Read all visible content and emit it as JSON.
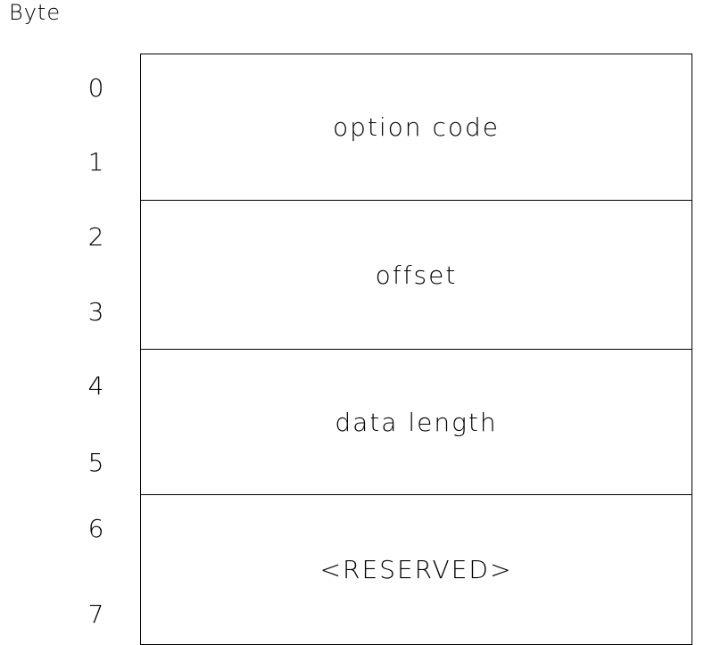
{
  "diagram": {
    "title": "Byte",
    "byte_labels": [
      "0",
      "1",
      "2",
      "3",
      "4",
      "5",
      "6",
      "7"
    ],
    "fields": [
      {
        "label": "option code",
        "bytes": "0-1"
      },
      {
        "label": "offset",
        "bytes": "2-3"
      },
      {
        "label": "data length",
        "bytes": "4-5"
      },
      {
        "label": "<RESERVED>",
        "bytes": "6-7"
      }
    ],
    "colors": {
      "line": "#000000",
      "background": "#ffffff",
      "text": "#000000"
    }
  }
}
